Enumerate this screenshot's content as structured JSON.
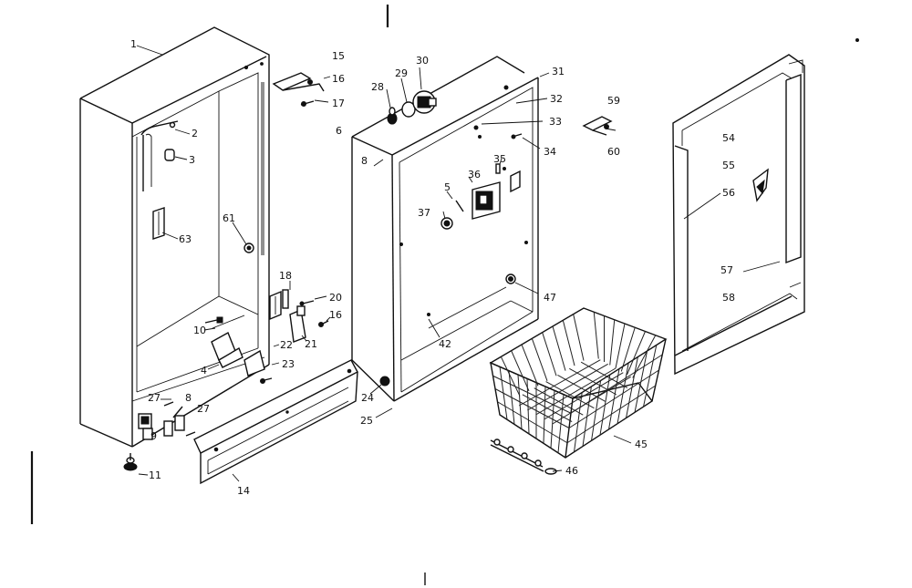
{
  "labels": {
    "p1": "1",
    "p2": "2",
    "p3": "3",
    "p4": "4",
    "p5": "5",
    "p6": "6",
    "p8": "8",
    "p8b": "8",
    "p9": "9",
    "p10": "10",
    "p11": "11",
    "p14": "14",
    "p15": "15",
    "p16": "16",
    "p16b": "16",
    "p17": "17",
    "p18": "18",
    "p20": "20",
    "p21": "21",
    "p22": "22",
    "p23": "23",
    "p24": "24",
    "p25": "25",
    "p27": "27",
    "p27b": "27",
    "p28": "28",
    "p29": "29",
    "p30": "30",
    "p31": "31",
    "p32": "32",
    "p33": "33",
    "p34": "34",
    "p35": "35",
    "p36": "36",
    "p37": "37",
    "p42": "42",
    "p45": "45",
    "p46": "46",
    "p47": "47",
    "p54": "54",
    "p55": "55",
    "p56": "56",
    "p57": "57",
    "p58": "58",
    "p59": "59",
    "p60": "60",
    "p61": "61",
    "p63": "63"
  }
}
